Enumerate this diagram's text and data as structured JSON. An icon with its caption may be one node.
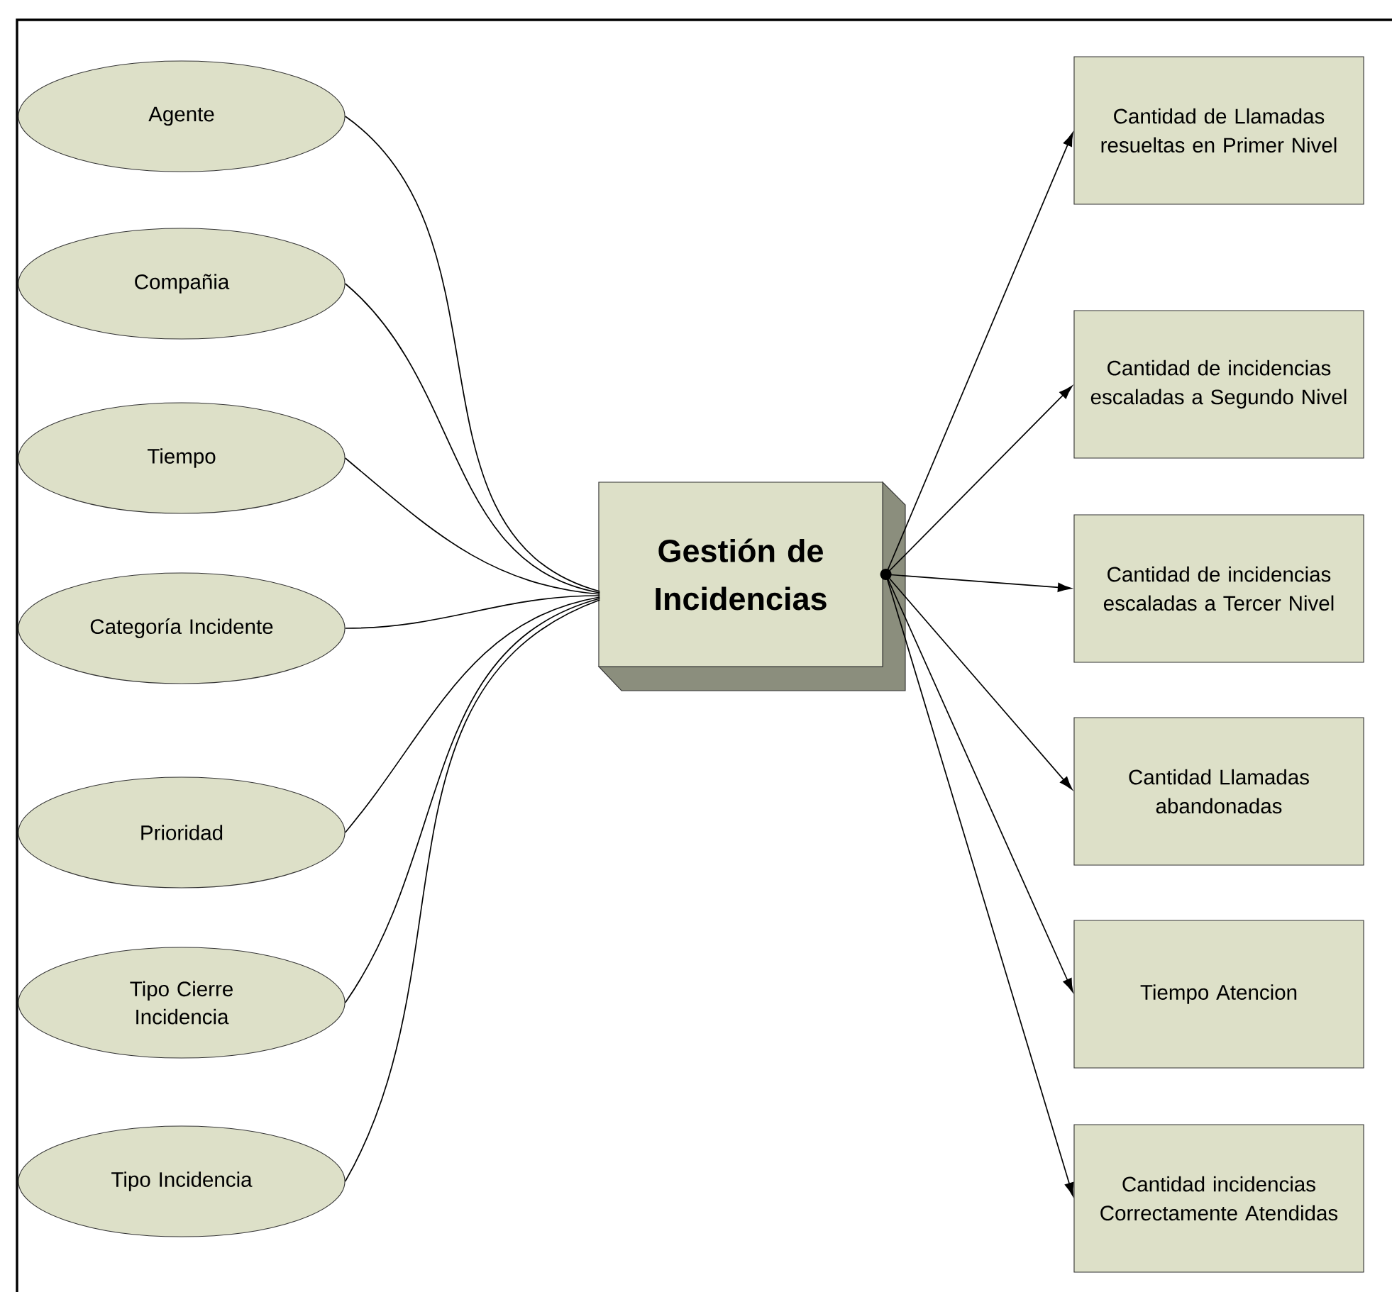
{
  "diagram": {
    "nodes": [
      {
        "text": [
          "Agente"
        ]
      },
      {
        "text": [
          "Compañia"
        ]
      },
      {
        "text": [
          "Tiempo"
        ]
      },
      {
        "text": [
          "Categoría Incidente"
        ]
      },
      {
        "text": [
          "Prioridad"
        ]
      },
      {
        "text": [
          "Tipo Cierre Incidencia"
        ]
      },
      {
        "text": [
          "Tipo Incidencia"
        ]
      },
      {
        "text": [
          "Gestión de Incidencias"
        ]
      },
      {
        "text": [
          "Cantidad de Llamadas resueltas en Primer Nivel"
        ]
      },
      {
        "text": [
          "Cantidad de incidencias escaladas a Segundo Nivel"
        ]
      },
      {
        "text": [
          "Cantidad de incidencias escaladas a Tercer Nivel"
        ]
      },
      {
        "text": [
          "Cantidad Llamadas abandonadas"
        ]
      },
      {
        "text": [
          "Tiempo Atencion"
        ]
      },
      {
        "text": [
          "Cantidad incidencias Correctamente Atendidas"
        ]
      }
    ],
    "edges": [
      {
        "from": 0,
        "to": 7,
        "arrow": "none"
      },
      {
        "from": 1,
        "to": 7,
        "arrow": "none"
      },
      {
        "from": 2,
        "to": 7,
        "arrow": "none"
      },
      {
        "from": 3,
        "to": 7,
        "arrow": "none"
      },
      {
        "from": 4,
        "to": 7,
        "arrow": "none"
      },
      {
        "from": 5,
        "to": 7,
        "arrow": "none"
      },
      {
        "from": 6,
        "to": 7,
        "arrow": "none"
      },
      {
        "from": 7,
        "to": 8,
        "arrow": "to"
      },
      {
        "from": 7,
        "to": 9,
        "arrow": "to"
      },
      {
        "from": 7,
        "to": 10,
        "arrow": "to"
      },
      {
        "from": 7,
        "to": 11,
        "arrow": "to"
      },
      {
        "from": 7,
        "to": 12,
        "arrow": "to"
      },
      {
        "from": 7,
        "to": 13,
        "arrow": "to"
      }
    ]
  }
}
